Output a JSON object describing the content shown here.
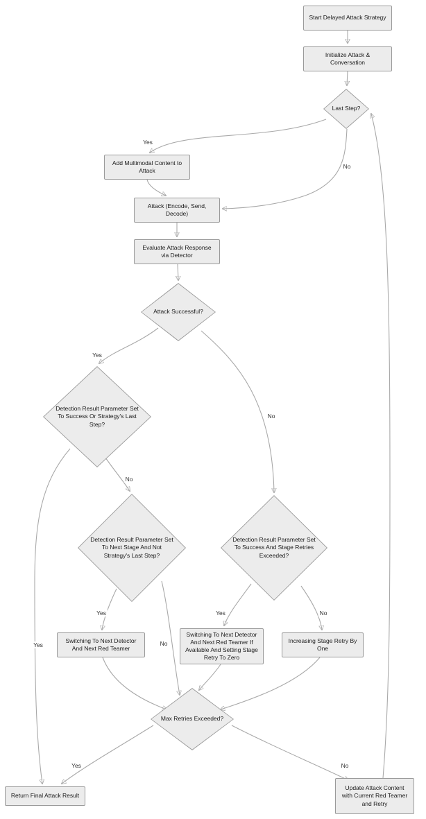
{
  "diagram_type": "flowchart",
  "colors": {
    "node_fill": "#ececec",
    "node_border": "#9a9a9a",
    "edge": "#a9a9a9",
    "text": "#1a1a1a"
  },
  "nodes": {
    "start": {
      "label": "Start Delayed Attack Strategy",
      "type": "rect"
    },
    "init": {
      "label": "Initialize Attack & Conversation",
      "type": "rect"
    },
    "last_step": {
      "label": "Last Step?",
      "type": "diamond"
    },
    "add_multimodal": {
      "label": "Add Multimodal Content to Attack",
      "type": "rect"
    },
    "attack": {
      "label": "Attack (Encode, Send, Decode)",
      "type": "rect"
    },
    "evaluate": {
      "label": "Evaluate Attack Response via Detector",
      "type": "rect"
    },
    "attack_successful": {
      "label": "Attack Successful?",
      "type": "diamond"
    },
    "detect_success_or_last": {
      "label": "Detection Result Parameter Set To Success Or Strategy's Last Step?",
      "type": "diamond"
    },
    "detect_next_stage": {
      "label": "Detection Result Parameter Set To Next Stage And Not Strategy's Last Step?",
      "type": "diamond"
    },
    "detect_success_retries": {
      "label": "Detection Result Parameter Set To Success And Stage Retries Exceeded?",
      "type": "diamond"
    },
    "switch_next": {
      "label": "Switching To Next Detector And Next Red Teamer",
      "type": "rect"
    },
    "switch_next_zero": {
      "label": "Switching To Next Detector And Next Red Teamer If Available And Setting Stage Retry To Zero",
      "type": "rect"
    },
    "increase_retry": {
      "label": "Increasing Stage Retry By One",
      "type": "rect"
    },
    "max_retries": {
      "label": "Max Retries Exceeded?",
      "type": "diamond"
    },
    "return_result": {
      "label": "Return Final Attack Result",
      "type": "rect"
    },
    "update_attack": {
      "label": "Update Attack Content with Current Red Teamer and Retry",
      "type": "rect"
    }
  },
  "edges": [
    {
      "from": "start",
      "to": "init",
      "label": ""
    },
    {
      "from": "init",
      "to": "last_step",
      "label": ""
    },
    {
      "from": "last_step",
      "to": "add_multimodal",
      "label": "Yes"
    },
    {
      "from": "last_step",
      "to": "attack",
      "label": "No"
    },
    {
      "from": "add_multimodal",
      "to": "attack",
      "label": ""
    },
    {
      "from": "attack",
      "to": "evaluate",
      "label": ""
    },
    {
      "from": "evaluate",
      "to": "attack_successful",
      "label": ""
    },
    {
      "from": "attack_successful",
      "to": "detect_success_or_last",
      "label": "Yes"
    },
    {
      "from": "attack_successful",
      "to": "detect_success_retries",
      "label": "No"
    },
    {
      "from": "detect_success_or_last",
      "to": "return_result",
      "label": "Yes"
    },
    {
      "from": "detect_success_or_last",
      "to": "detect_next_stage",
      "label": "No"
    },
    {
      "from": "detect_next_stage",
      "to": "switch_next",
      "label": "Yes"
    },
    {
      "from": "detect_next_stage",
      "to": "max_retries",
      "label": "No"
    },
    {
      "from": "detect_success_retries",
      "to": "switch_next_zero",
      "label": "Yes"
    },
    {
      "from": "detect_success_retries",
      "to": "increase_retry",
      "label": "No"
    },
    {
      "from": "switch_next",
      "to": "max_retries",
      "label": ""
    },
    {
      "from": "switch_next_zero",
      "to": "max_retries",
      "label": ""
    },
    {
      "from": "increase_retry",
      "to": "max_retries",
      "label": ""
    },
    {
      "from": "max_retries",
      "to": "return_result",
      "label": "Yes"
    },
    {
      "from": "max_retries",
      "to": "update_attack",
      "label": "No"
    },
    {
      "from": "update_attack",
      "to": "last_step",
      "label": ""
    }
  ]
}
